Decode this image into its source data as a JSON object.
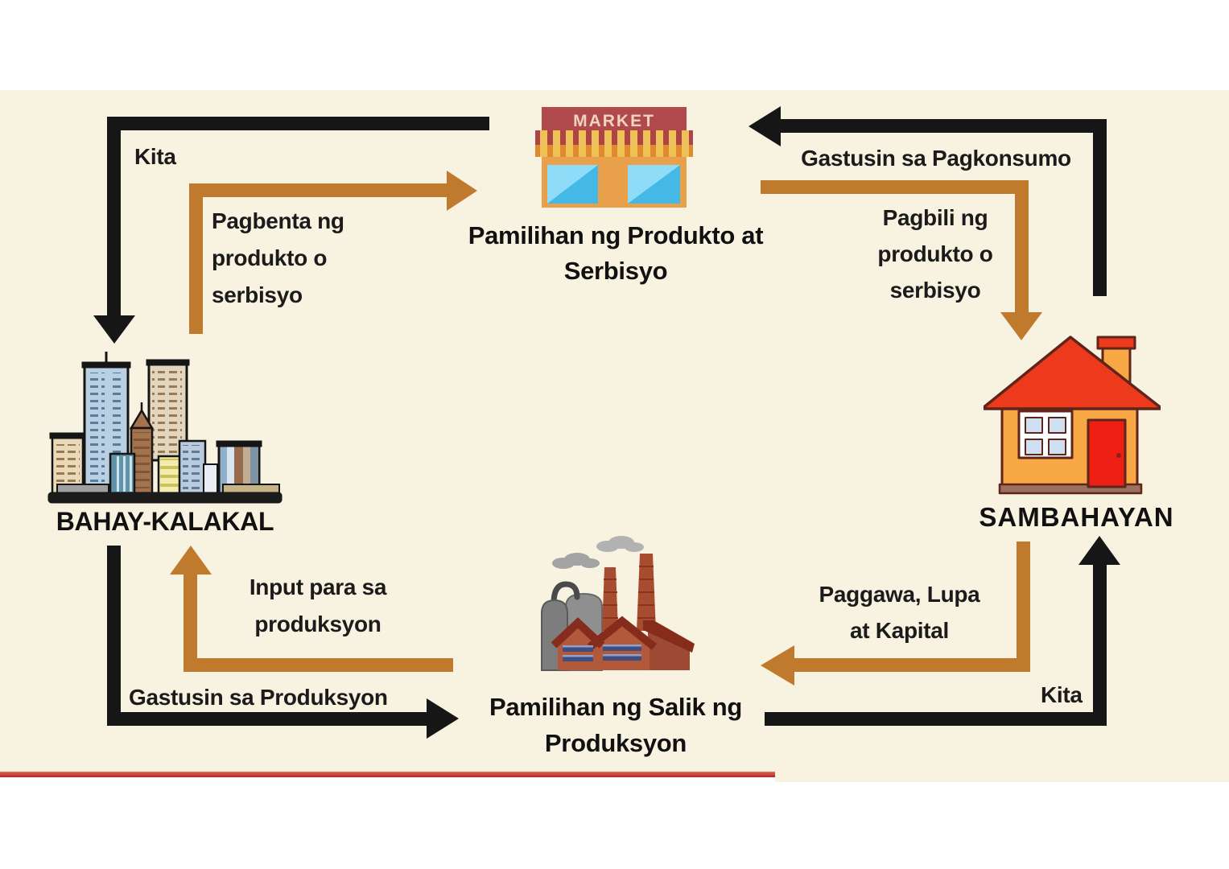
{
  "nodes": {
    "product_market": {
      "line1": "Pamilihan ng Produkto at",
      "line2": "Serbisyo",
      "sign": "MARKET"
    },
    "business": {
      "label": "BAHAY-KALAKAL"
    },
    "household": {
      "label": "SAMBAHAYAN"
    },
    "factor_market": {
      "line1": "Pamilihan ng Salik ng",
      "line2": "Produksyon"
    }
  },
  "flows": {
    "income_top": {
      "label": "Kita"
    },
    "sell_products": {
      "line1": "Pagbenta ng",
      "line2": "produkto o",
      "line3": "serbisyo"
    },
    "consumption_spending": {
      "label": "Gastusin sa Pagkonsumo"
    },
    "buy_products": {
      "line1": "Pagbili ng",
      "line2": "produkto o",
      "line3": "serbisyo"
    },
    "production_inputs": {
      "line1": "Input para sa",
      "line2": "produksyon"
    },
    "production_spending": {
      "label": "Gastusin sa Produksyon"
    },
    "labor_land_capital": {
      "line1": "Paggawa, Lupa",
      "line2": "at Kapital"
    },
    "income_bottom": {
      "label": "Kita"
    }
  },
  "colors": {
    "background_panel": "#f8f2e0",
    "arrow_money": "#161616",
    "arrow_goods": "#bf7a2e",
    "accent_red_line": "#b02421"
  }
}
